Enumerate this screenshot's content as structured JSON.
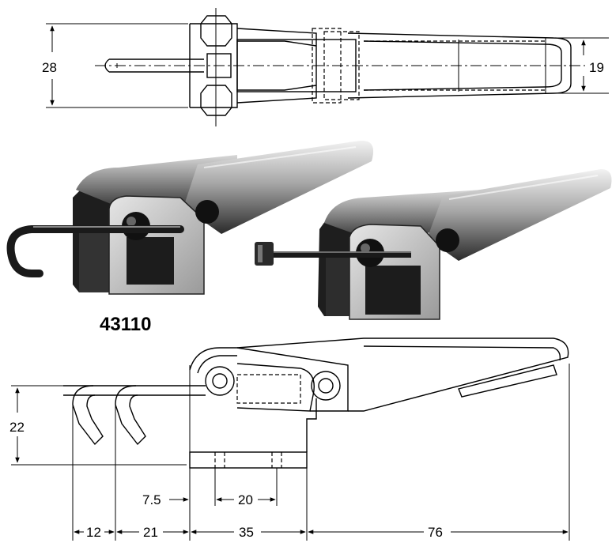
{
  "part_number": "43110",
  "dimensions": {
    "top_height": "28",
    "top_width": "19",
    "side_height": "22",
    "hole_offset": "7.5",
    "hole_spacing": "20",
    "hook_travel": "12",
    "hook_gap": "21",
    "base_length": "35",
    "handle_length": "76"
  }
}
